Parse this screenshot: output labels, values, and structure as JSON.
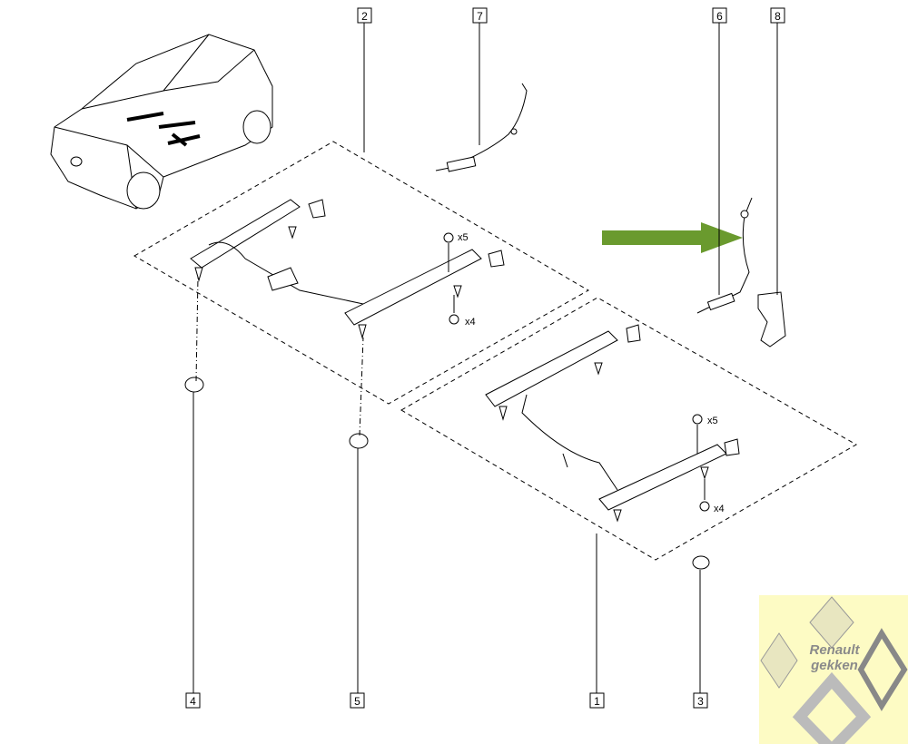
{
  "callouts": [
    "1",
    "2",
    "3",
    "4",
    "5",
    "6",
    "7",
    "8"
  ],
  "quantities": {
    "nut_upper_left": "x5",
    "nut_lower_left": "x4",
    "nut_upper_right": "x5",
    "nut_lower_right": "x4"
  },
  "highlight_arrow_color": "#6a9a2e",
  "watermark": {
    "line1": "Renault",
    "line2": "gekken"
  }
}
